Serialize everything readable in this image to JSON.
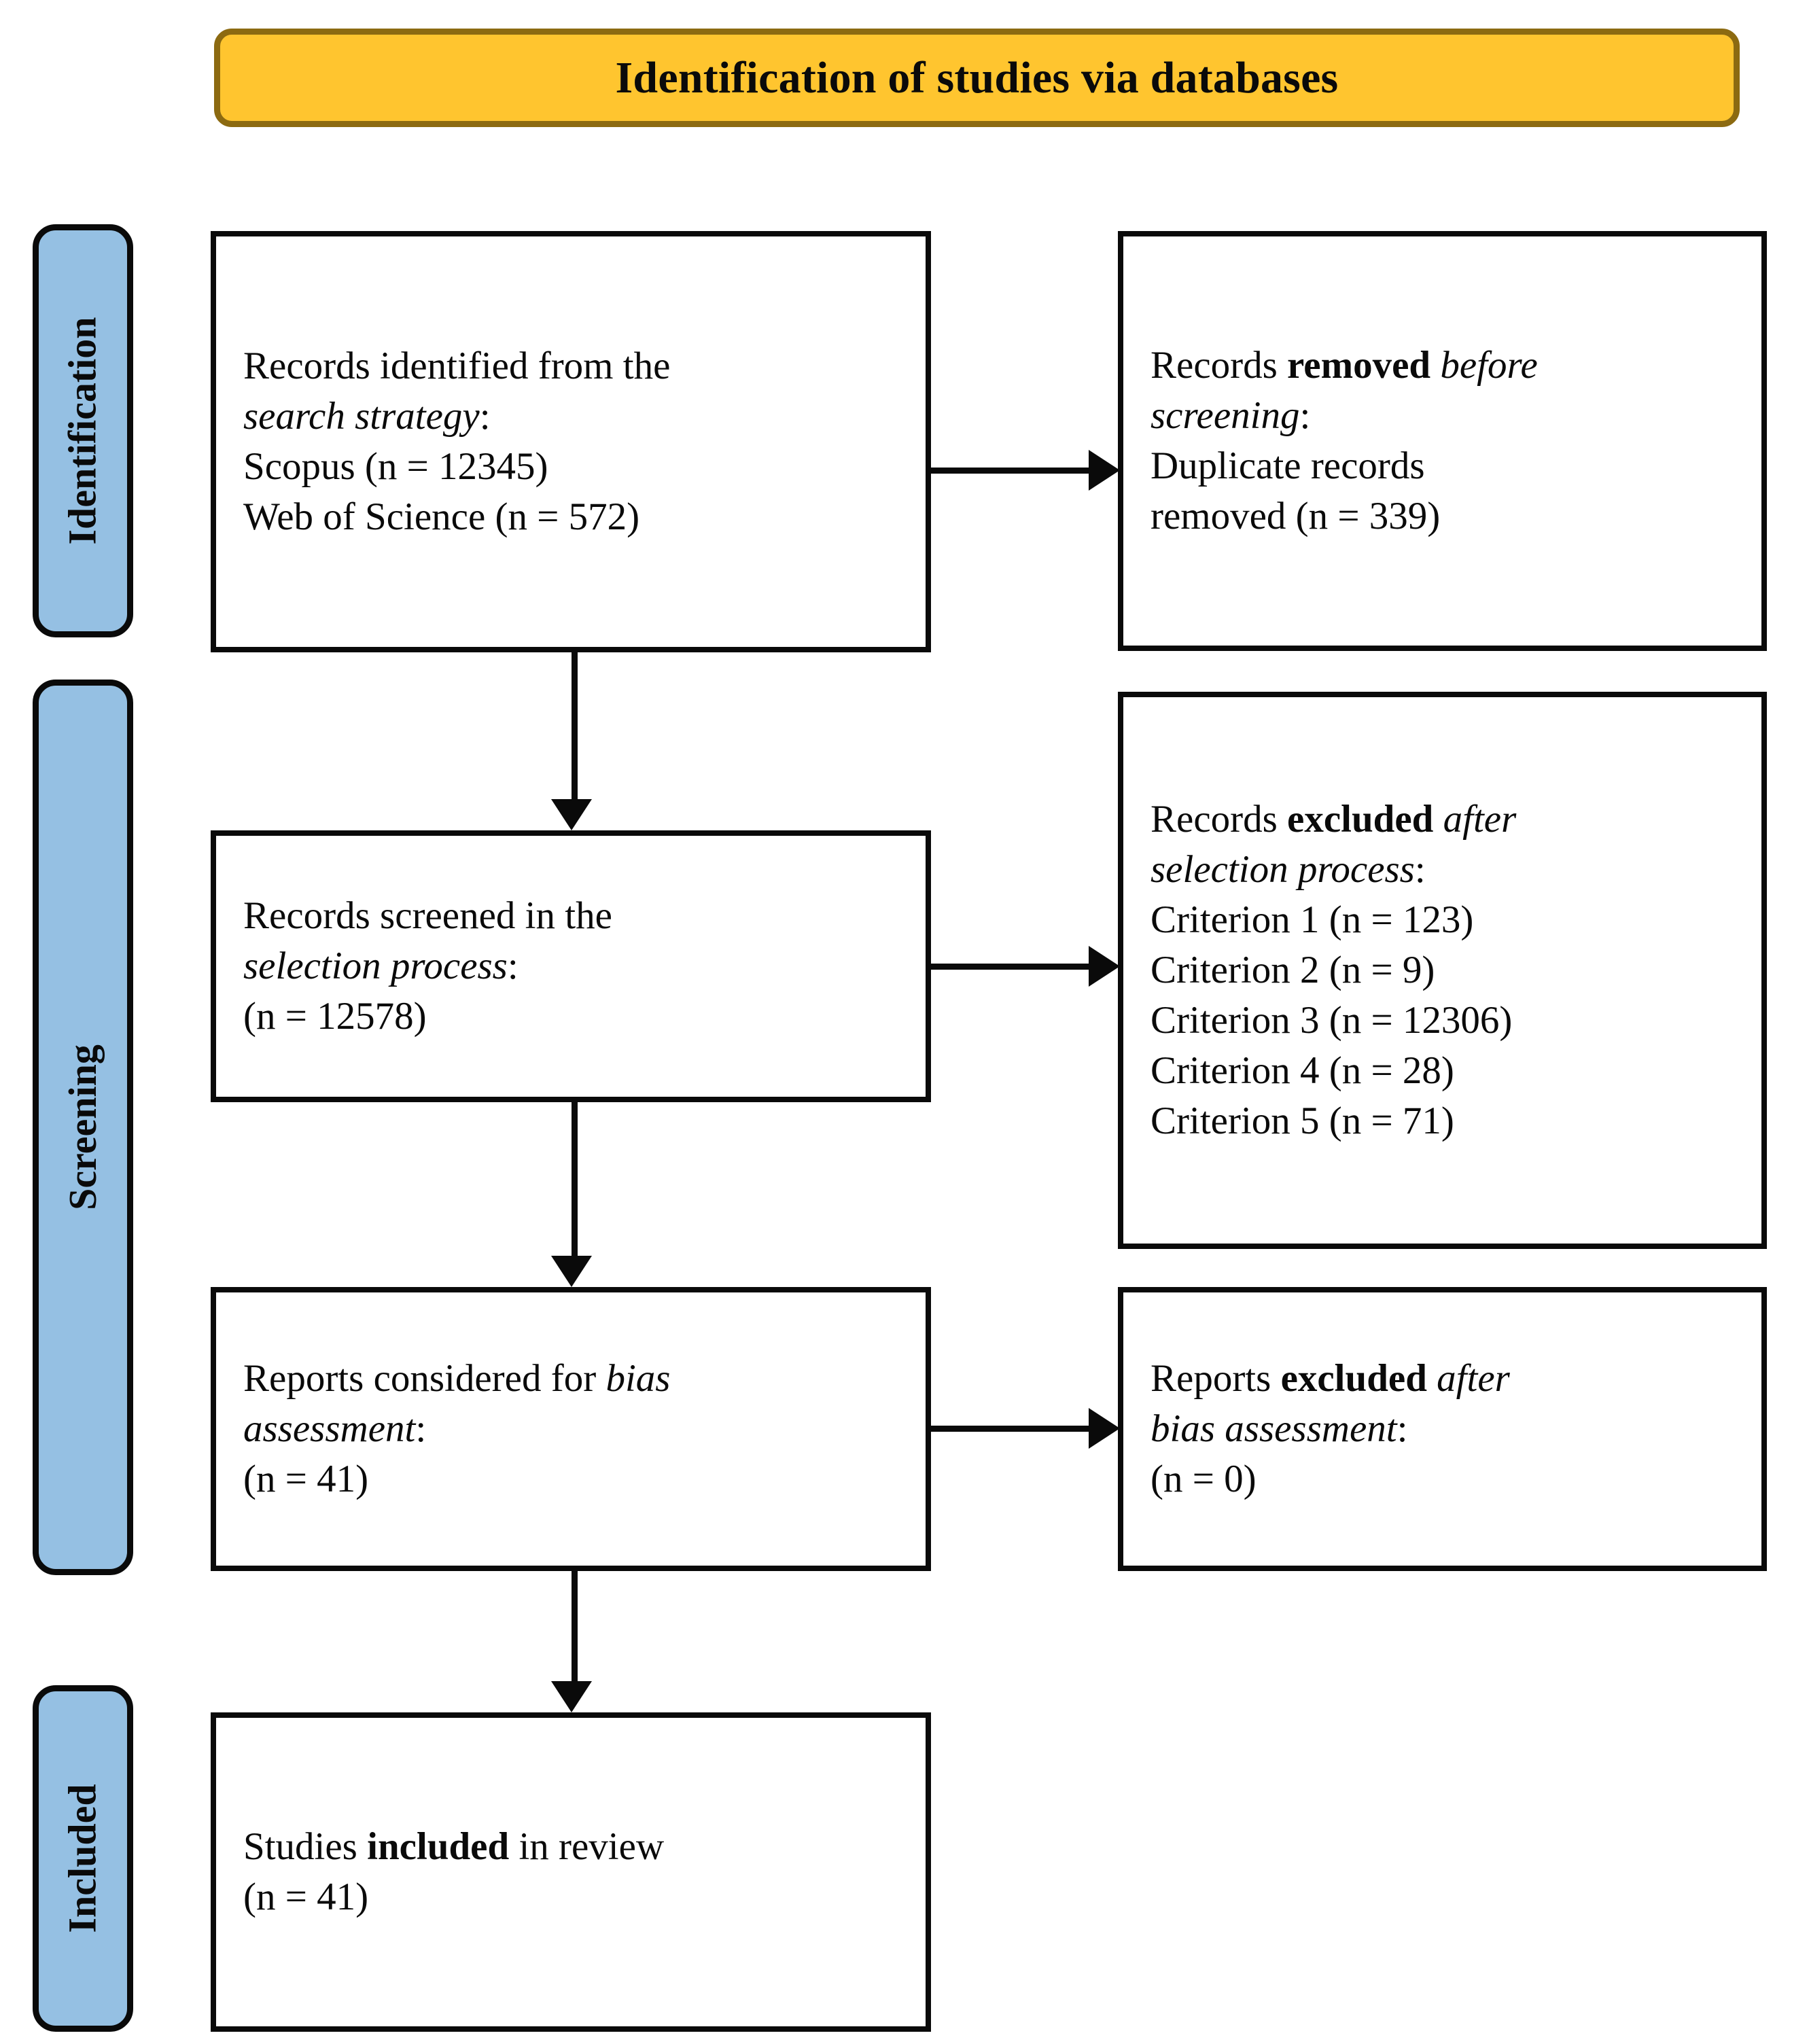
{
  "header": {
    "title": "Identification of studies via databases",
    "banner_color": "#ffc52f",
    "banner_border_color": "#8c6a11"
  },
  "stages": {
    "accent_color": "#95c0e3",
    "items": [
      {
        "id": "identification",
        "label": "Identification"
      },
      {
        "id": "screening",
        "label": "Screening"
      },
      {
        "id": "included",
        "label": "Included"
      }
    ]
  },
  "boxes": {
    "identified": {
      "l1": "Records identified from the",
      "l2_em": "search strategy",
      "l2_tail": ":",
      "l3": "Scopus (n = 12345)",
      "l4": "Web of Science (n = 572)"
    },
    "removed": {
      "l1_a": "Records ",
      "l1_b": "removed",
      "l1_c": " ",
      "l1_em": "before",
      "l2_em": "screening",
      "l2_tail": ":",
      "l3": "Duplicate records",
      "l4": "removed (n = 339)"
    },
    "screened": {
      "l1": "Records screened in the",
      "l2_em": "selection process",
      "l2_tail": ":",
      "l3": "(n = 12578)"
    },
    "excluded_selection": {
      "l1_a": "Records ",
      "l1_b": "excluded",
      "l1_c": " ",
      "l1_em": "after",
      "l2_em": "selection process",
      "l2_tail": ":",
      "criteria": [
        "Criterion 1 (n = 123)",
        "Criterion 2 (n = 9)",
        "Criterion 3 (n = 12306)",
        "Criterion 4 (n = 28)",
        "Criterion 5 (n = 71)"
      ]
    },
    "bias": {
      "l1_a": "Reports considered for ",
      "l1_em": "bias",
      "l2_em": "assessment",
      "l2_tail": ":",
      "l3": "(n = 41)"
    },
    "excluded_bias": {
      "l1_a": "Reports ",
      "l1_b": "excluded",
      "l1_c": " ",
      "l1_em": "after",
      "l2_em": "bias assessment",
      "l2_tail": ":",
      "l3": "(n = 0)"
    },
    "included": {
      "l1_a": "Studies ",
      "l1_b": "included",
      "l1_c": " in review",
      "l2": "(n = 41)"
    }
  },
  "connectors": {
    "arrow_color": "#0a0a0a",
    "flows": [
      {
        "id": "identified-to-removed",
        "direction": "right"
      },
      {
        "id": "identified-to-screened",
        "direction": "down"
      },
      {
        "id": "screened-to-excluded-selection",
        "direction": "right"
      },
      {
        "id": "screened-to-bias",
        "direction": "down"
      },
      {
        "id": "bias-to-excluded-bias",
        "direction": "right"
      },
      {
        "id": "bias-to-included",
        "direction": "down"
      }
    ]
  }
}
